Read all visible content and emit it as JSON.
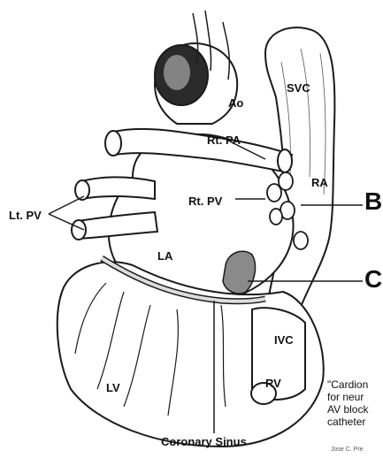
{
  "labels": {
    "ao": "Ao",
    "svc": "SVC",
    "rt_pa": "Rt. PA",
    "ra": "RA",
    "rt_pv": "Rt. PV",
    "lt_pv": "Lt. PV",
    "la": "LA",
    "ivc": "IVC",
    "lv": "LV",
    "rv": "RV",
    "coronary_sinus": "Coronary Sinus"
  },
  "markers": {
    "b": "B",
    "c": "C"
  },
  "caption": {
    "lines": [
      "\"Cardion",
      "for neur",
      "AV block",
      "catheter"
    ]
  },
  "credit": "Jose C. Pre",
  "colors": {
    "line": "#1a1a1a",
    "fill": "#ffffff",
    "shade": "#7a7a7a"
  }
}
